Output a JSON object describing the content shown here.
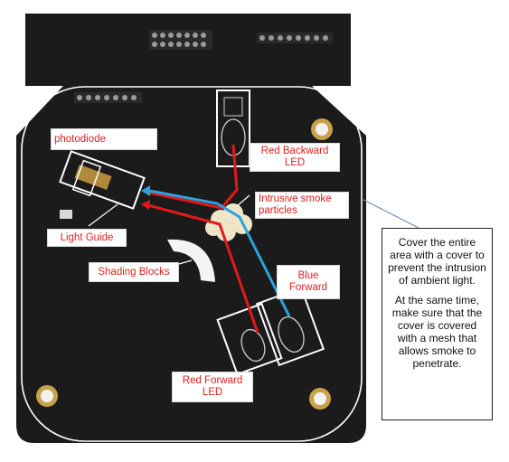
{
  "labels": {
    "photodiode": "photodiode",
    "red_backward": "Red Backward LED",
    "intrusive": "Intrusive smoke particles",
    "light_guide": "Light Guide",
    "shading": "Shading Blocks",
    "blue_forward": "Blue Forward",
    "red_forward": "Red Forward LED"
  },
  "note": {
    "para1": "Cover the entire area with a cover to prevent the intrusion of ambient light.",
    "para2": "At the same time, make sure that the cover is covered with a mesh that allows smoke to penetrate."
  },
  "colors": {
    "pcb": "#1b1b1b",
    "red_ray": "#e01a1a",
    "blue_ray": "#2aa3e0",
    "label_text": "#e02020",
    "gold": "#c8a24a",
    "outline": "#ffffff"
  }
}
